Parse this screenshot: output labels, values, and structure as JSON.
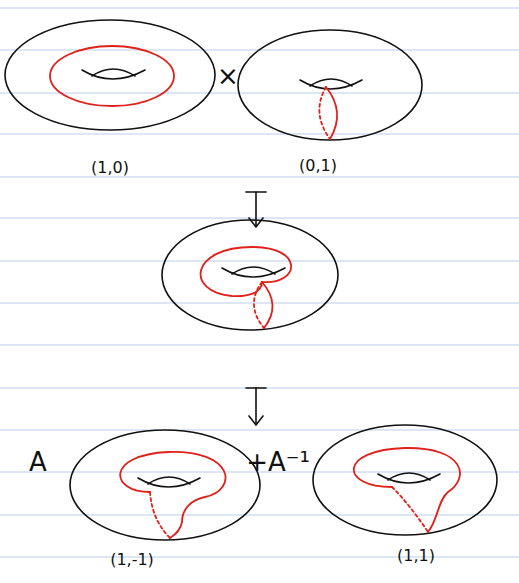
{
  "diagram": {
    "labels": [
      "(1,0)",
      "×",
      "(0,1)",
      "A",
      "+A⁻¹",
      "(1,-1)",
      "(1,1)"
    ]
  }
}
